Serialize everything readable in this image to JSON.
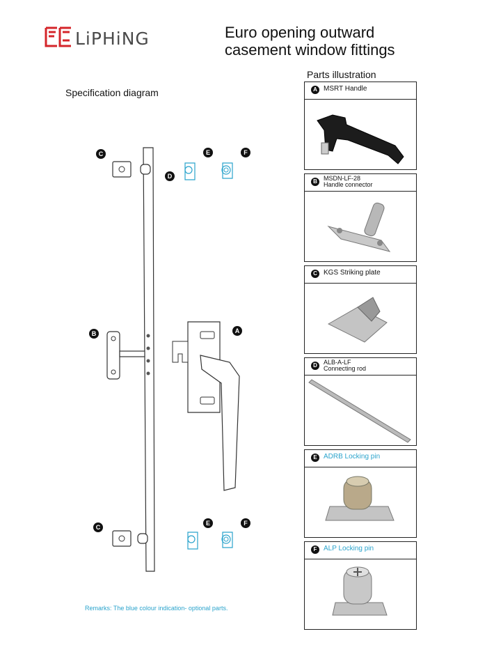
{
  "brand": {
    "name": "LiPHiNG"
  },
  "title": {
    "line1": "Euro opening outward",
    "line2": "casement  window fittings"
  },
  "spec_title": "Specification diagram",
  "parts_title": "Parts illustration",
  "callouts": {
    "a": "A",
    "b": "B",
    "c": "C",
    "d": "D",
    "e": "E",
    "f": "F"
  },
  "parts": [
    {
      "letter": "A",
      "name": "MSRT Handle"
    },
    {
      "letter": "B",
      "name_line1": "MSDN-LF-28",
      "name_line2": "Handle connector"
    },
    {
      "letter": "C",
      "name": "KGS Striking plate"
    },
    {
      "letter": "D",
      "name_line1": "ALB-A-LF",
      "name_line2": "Connecting rod"
    },
    {
      "letter": "E",
      "name": "ADRB Locking pin"
    },
    {
      "letter": "F",
      "name": "ALP Locking pin"
    }
  ],
  "remarks": "Remarks: The blue colour indication- optional parts.",
  "colors": {
    "accent_blue": "#2aa3cc",
    "logo_red": "#d4252a",
    "ink": "#111111"
  }
}
